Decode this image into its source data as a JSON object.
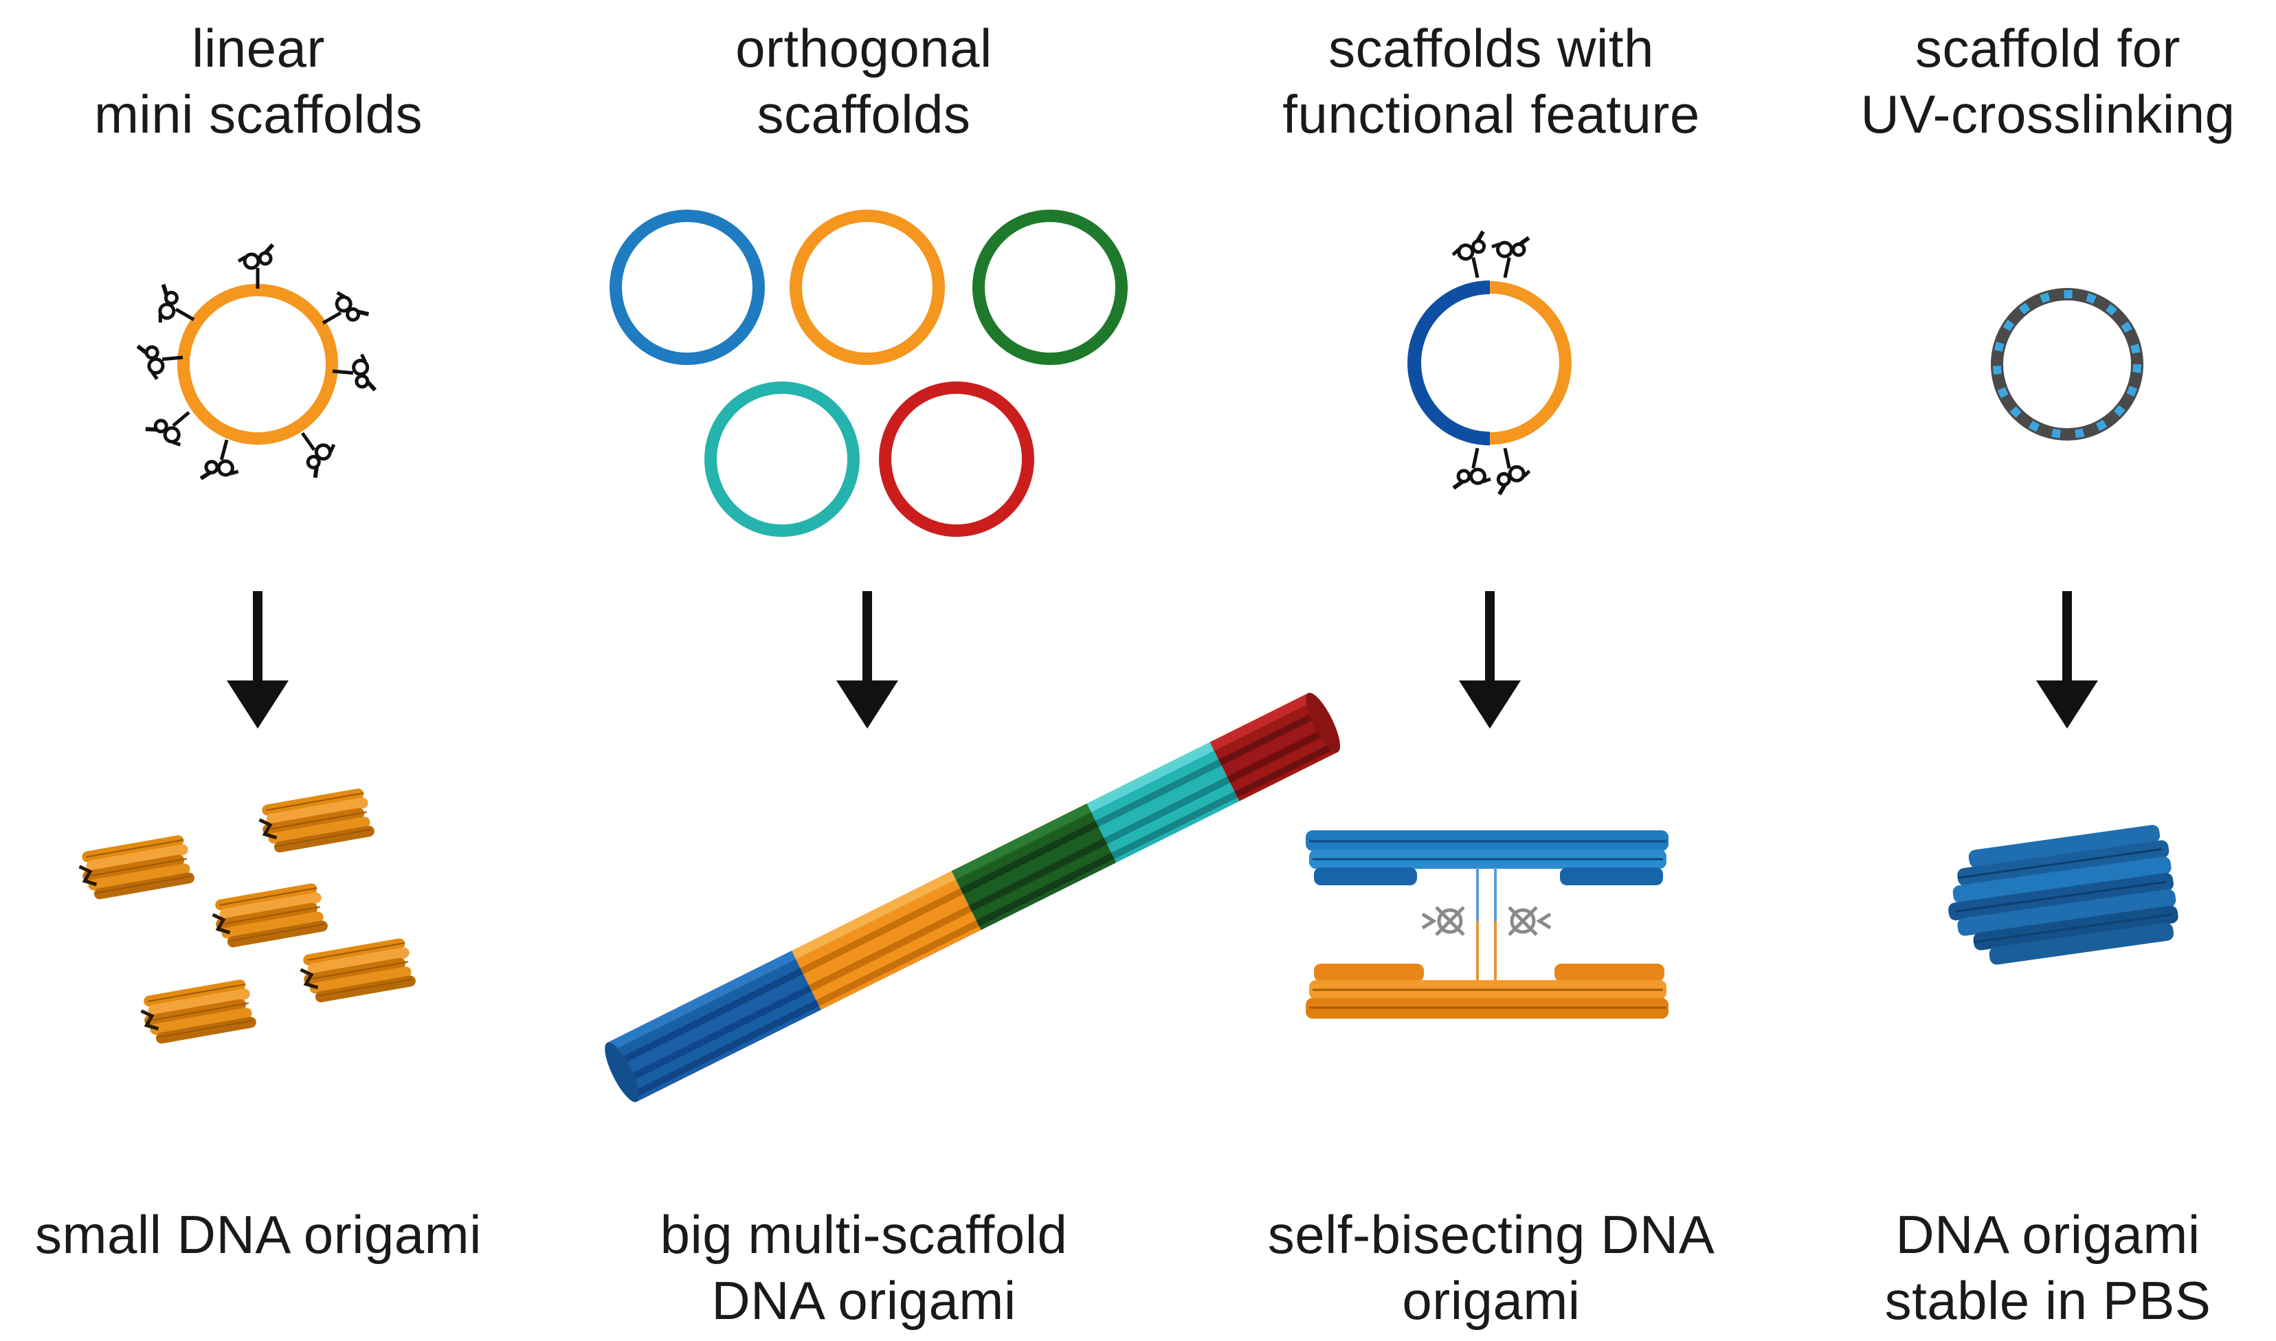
{
  "columns": [
    {
      "top_label": [
        "linear",
        "mini scaffolds"
      ],
      "bottom_label": [
        "small DNA origami"
      ],
      "colors": [
        "#f5961e"
      ]
    },
    {
      "top_label": [
        "orthogonal",
        "scaffolds"
      ],
      "bottom_label": [
        "big multi-scaffold",
        "DNA origami"
      ],
      "colors": [
        "#1f7cc0",
        "#f5961e",
        "#1e7a2a",
        "#25b3ad",
        "#cc1d1d"
      ]
    },
    {
      "top_label": [
        "scaffolds with",
        "functional feature"
      ],
      "bottom_label": [
        "self-bisecting DNA",
        "origami"
      ],
      "colors": [
        "#0f4fa3",
        "#f5961e"
      ]
    },
    {
      "top_label": [
        "scaffold for",
        "UV-crosslinking"
      ],
      "bottom_label": [
        "DNA origami",
        "stable in PBS"
      ],
      "colors": [
        "#4a4a4a",
        "#3aa6e0"
      ]
    }
  ],
  "arrow_color": "#111111"
}
